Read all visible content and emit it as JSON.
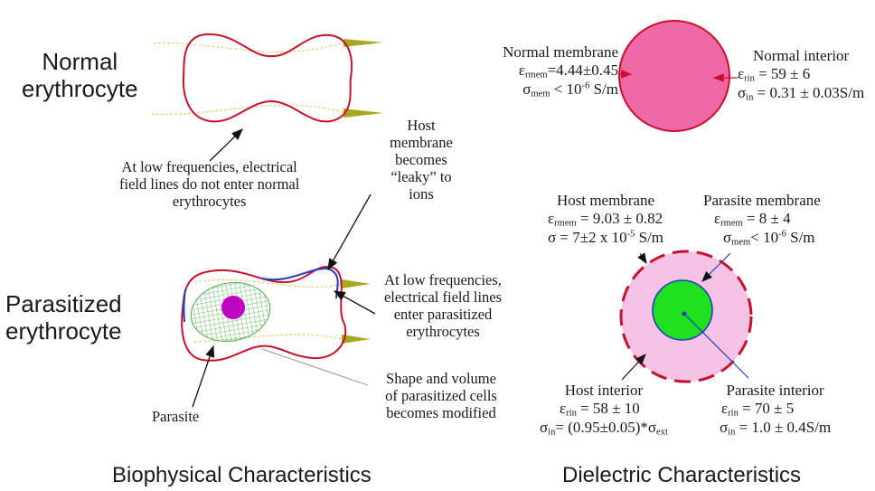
{
  "left": {
    "normal_title": [
      "Normal",
      "erythrocyte"
    ],
    "parasitized_title": [
      "Parasitized",
      "erythrocyte"
    ],
    "note_low_freq_normal": [
      "At low frequencies, electrical",
      "field lines do not enter normal",
      "erythrocytes"
    ],
    "note_host_membrane": [
      "Host",
      "membrane",
      "becomes",
      "“leaky” to",
      "ions"
    ],
    "note_low_freq_parasitized": [
      "At low frequencies,",
      "electrical field lines",
      "enter parasitized",
      "erythrocytes"
    ],
    "note_shape": [
      "Shape and volume",
      "of parasitized cells",
      "becomes modified"
    ],
    "parasite_label": "Parasite",
    "caption": "Biophysical Characteristics"
  },
  "right": {
    "normal_membrane": {
      "title": "Normal  membrane",
      "eps_sym": "ε",
      "eps_sub": "rmem",
      "eps_val": "=4.44±0.45",
      "sigma_sym": "σ",
      "sigma_sub": "mem",
      "sigma_val": "< 10",
      "sigma_exp": "-6",
      "sigma_unit": " S/m"
    },
    "normal_interior": {
      "title": "Normal  interior",
      "eps_sym": "ε",
      "eps_sub": "rin",
      "eps_val": " =  59  ±  6",
      "sigma_sym": "σ",
      "sigma_sub": "in",
      "sigma_val": "= 0.31 ± 0.03S/m"
    },
    "host_membrane": {
      "title": "Host  membrane",
      "eps_sym": "ε",
      "eps_sub": "rmem",
      "eps_val": "    9.03 ± 0.82",
      "eps_eq": "=",
      "sigma_sym": "σ",
      "sigma_val": "    = 7±2 x 10",
      "sigma_exp": "-5",
      "sigma_unit": " S/m"
    },
    "parasite_membrane": {
      "title": "Parasite  membrane",
      "eps_sym": "ε",
      "eps_sub": "rmem",
      "eps_val": "  =  8 ± 4",
      "sigma_sym": "σ",
      "sigma_sub": "mem",
      "sigma_val": "<  10",
      "sigma_exp": "-6",
      "sigma_unit": " S/m"
    },
    "host_interior": {
      "title": "Host interior",
      "eps_sym": "ε",
      "eps_sub": "rin",
      "eps_val": "   =    58 ± 10",
      "sigma_sym": "σ",
      "sigma_sub": "in",
      "sigma_val": "= (0.95±0.05)*σ",
      "sigma_sub2": "ext"
    },
    "parasite_interior": {
      "title": "Parasite interior",
      "eps_sym": "ε",
      "eps_sub": "rin",
      "eps_val": "   =    70 ± 5",
      "sigma_sym": "σ",
      "sigma_sub": "in",
      "sigma_val": "= 1.0 ± 0.4S/m"
    },
    "caption": "Dielectric Characteristics"
  },
  "colors": {
    "cell_outline": "#c8102e",
    "membrane_blue": "#1f3fbf",
    "field_line": "#d6d27a",
    "arrow_head": "#a8a81e",
    "parasite_grid": "#4caf50",
    "parasite_nucleus": "#c000c0",
    "normal_sphere": "#ee6aa7",
    "host_sphere": "#f5c3e6",
    "parasite_sphere": "#1fe01f"
  }
}
